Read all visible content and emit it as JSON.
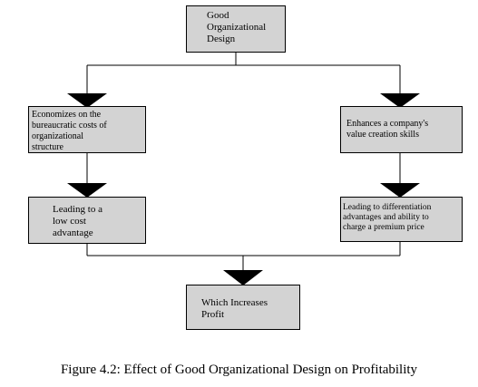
{
  "nodes": {
    "top": {
      "lines": [
        "Good",
        "Organizational",
        "Design"
      ]
    },
    "left1": {
      "lines": [
        "Economizes on the",
        "bureaucratic costs of",
        "organizational",
        "structure"
      ]
    },
    "right1": {
      "lines": [
        "Enhances a company's",
        "value creation skills"
      ]
    },
    "left2": {
      "lines": [
        "Leading to a",
        "low cost",
        "advantage"
      ]
    },
    "right2": {
      "lines": [
        "Leading to  differentiation",
        "advantages and ability to",
        "charge a premium price"
      ]
    },
    "bottom": {
      "lines": [
        "Which Increases",
        "Profit"
      ]
    }
  },
  "caption": "Figure 4.2: Effect of Good Organizational Design on Profitability"
}
